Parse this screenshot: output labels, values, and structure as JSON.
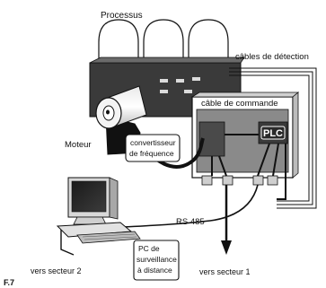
{
  "labels": {
    "processus": "Processus",
    "cables_detection": "câbles de détection",
    "cable_commande": "câble de commande",
    "plc": "PLC",
    "moteur": "Moteur",
    "convertisseur_line1": "convertisseur",
    "convertisseur_line2": "de fréquence",
    "rs485": "RS 485",
    "pc_line1": "PC de",
    "pc_line2": "surveillance",
    "pc_line3": "à distance",
    "secteur2": "vers secteur 2",
    "secteur1": "vers secteur 1",
    "figure": "F.7"
  },
  "colors": {
    "panel_dark": "#3a3a3a",
    "cabinet_gray": "#8a8a8a",
    "line": "#111111",
    "background": "#ffffff"
  }
}
